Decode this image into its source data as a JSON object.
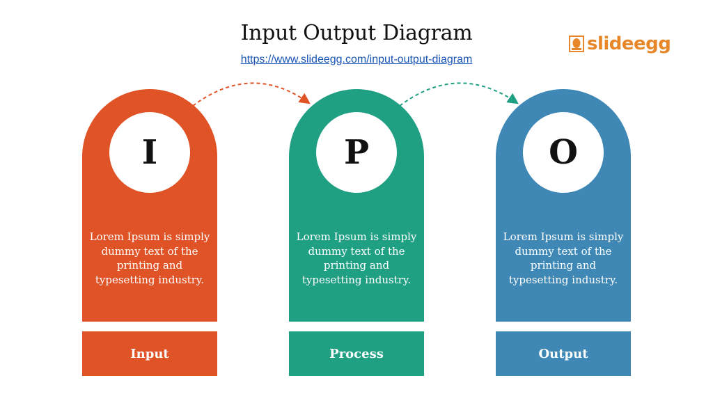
{
  "header": {
    "title": "Input Output Diagram",
    "url": "https://www.slideegg.com/input-output-diagram"
  },
  "logo": {
    "text": "slideegg",
    "icon": "egg-logo-icon",
    "color": "#e8872a"
  },
  "stages": [
    {
      "letter": "I",
      "description": "Lorem Ipsum is simply dummy text of the printing and typesetting industry.",
      "label": "Input",
      "color": "#e05326"
    },
    {
      "letter": "P",
      "description": "Lorem Ipsum is simply dummy text of the printing and typesetting industry.",
      "label": "Process",
      "color": "#20a083"
    },
    {
      "letter": "O",
      "description": "Lorem Ipsum is simply dummy text of the printing and typesetting industry.",
      "label": "Output",
      "color": "#3f88b6"
    }
  ],
  "connectors": [
    {
      "from": "Input",
      "to": "Process",
      "color": "#e05326",
      "style": "dashed-arrow"
    },
    {
      "from": "Process",
      "to": "Output",
      "color": "#20a083",
      "style": "dashed-arrow"
    }
  ]
}
